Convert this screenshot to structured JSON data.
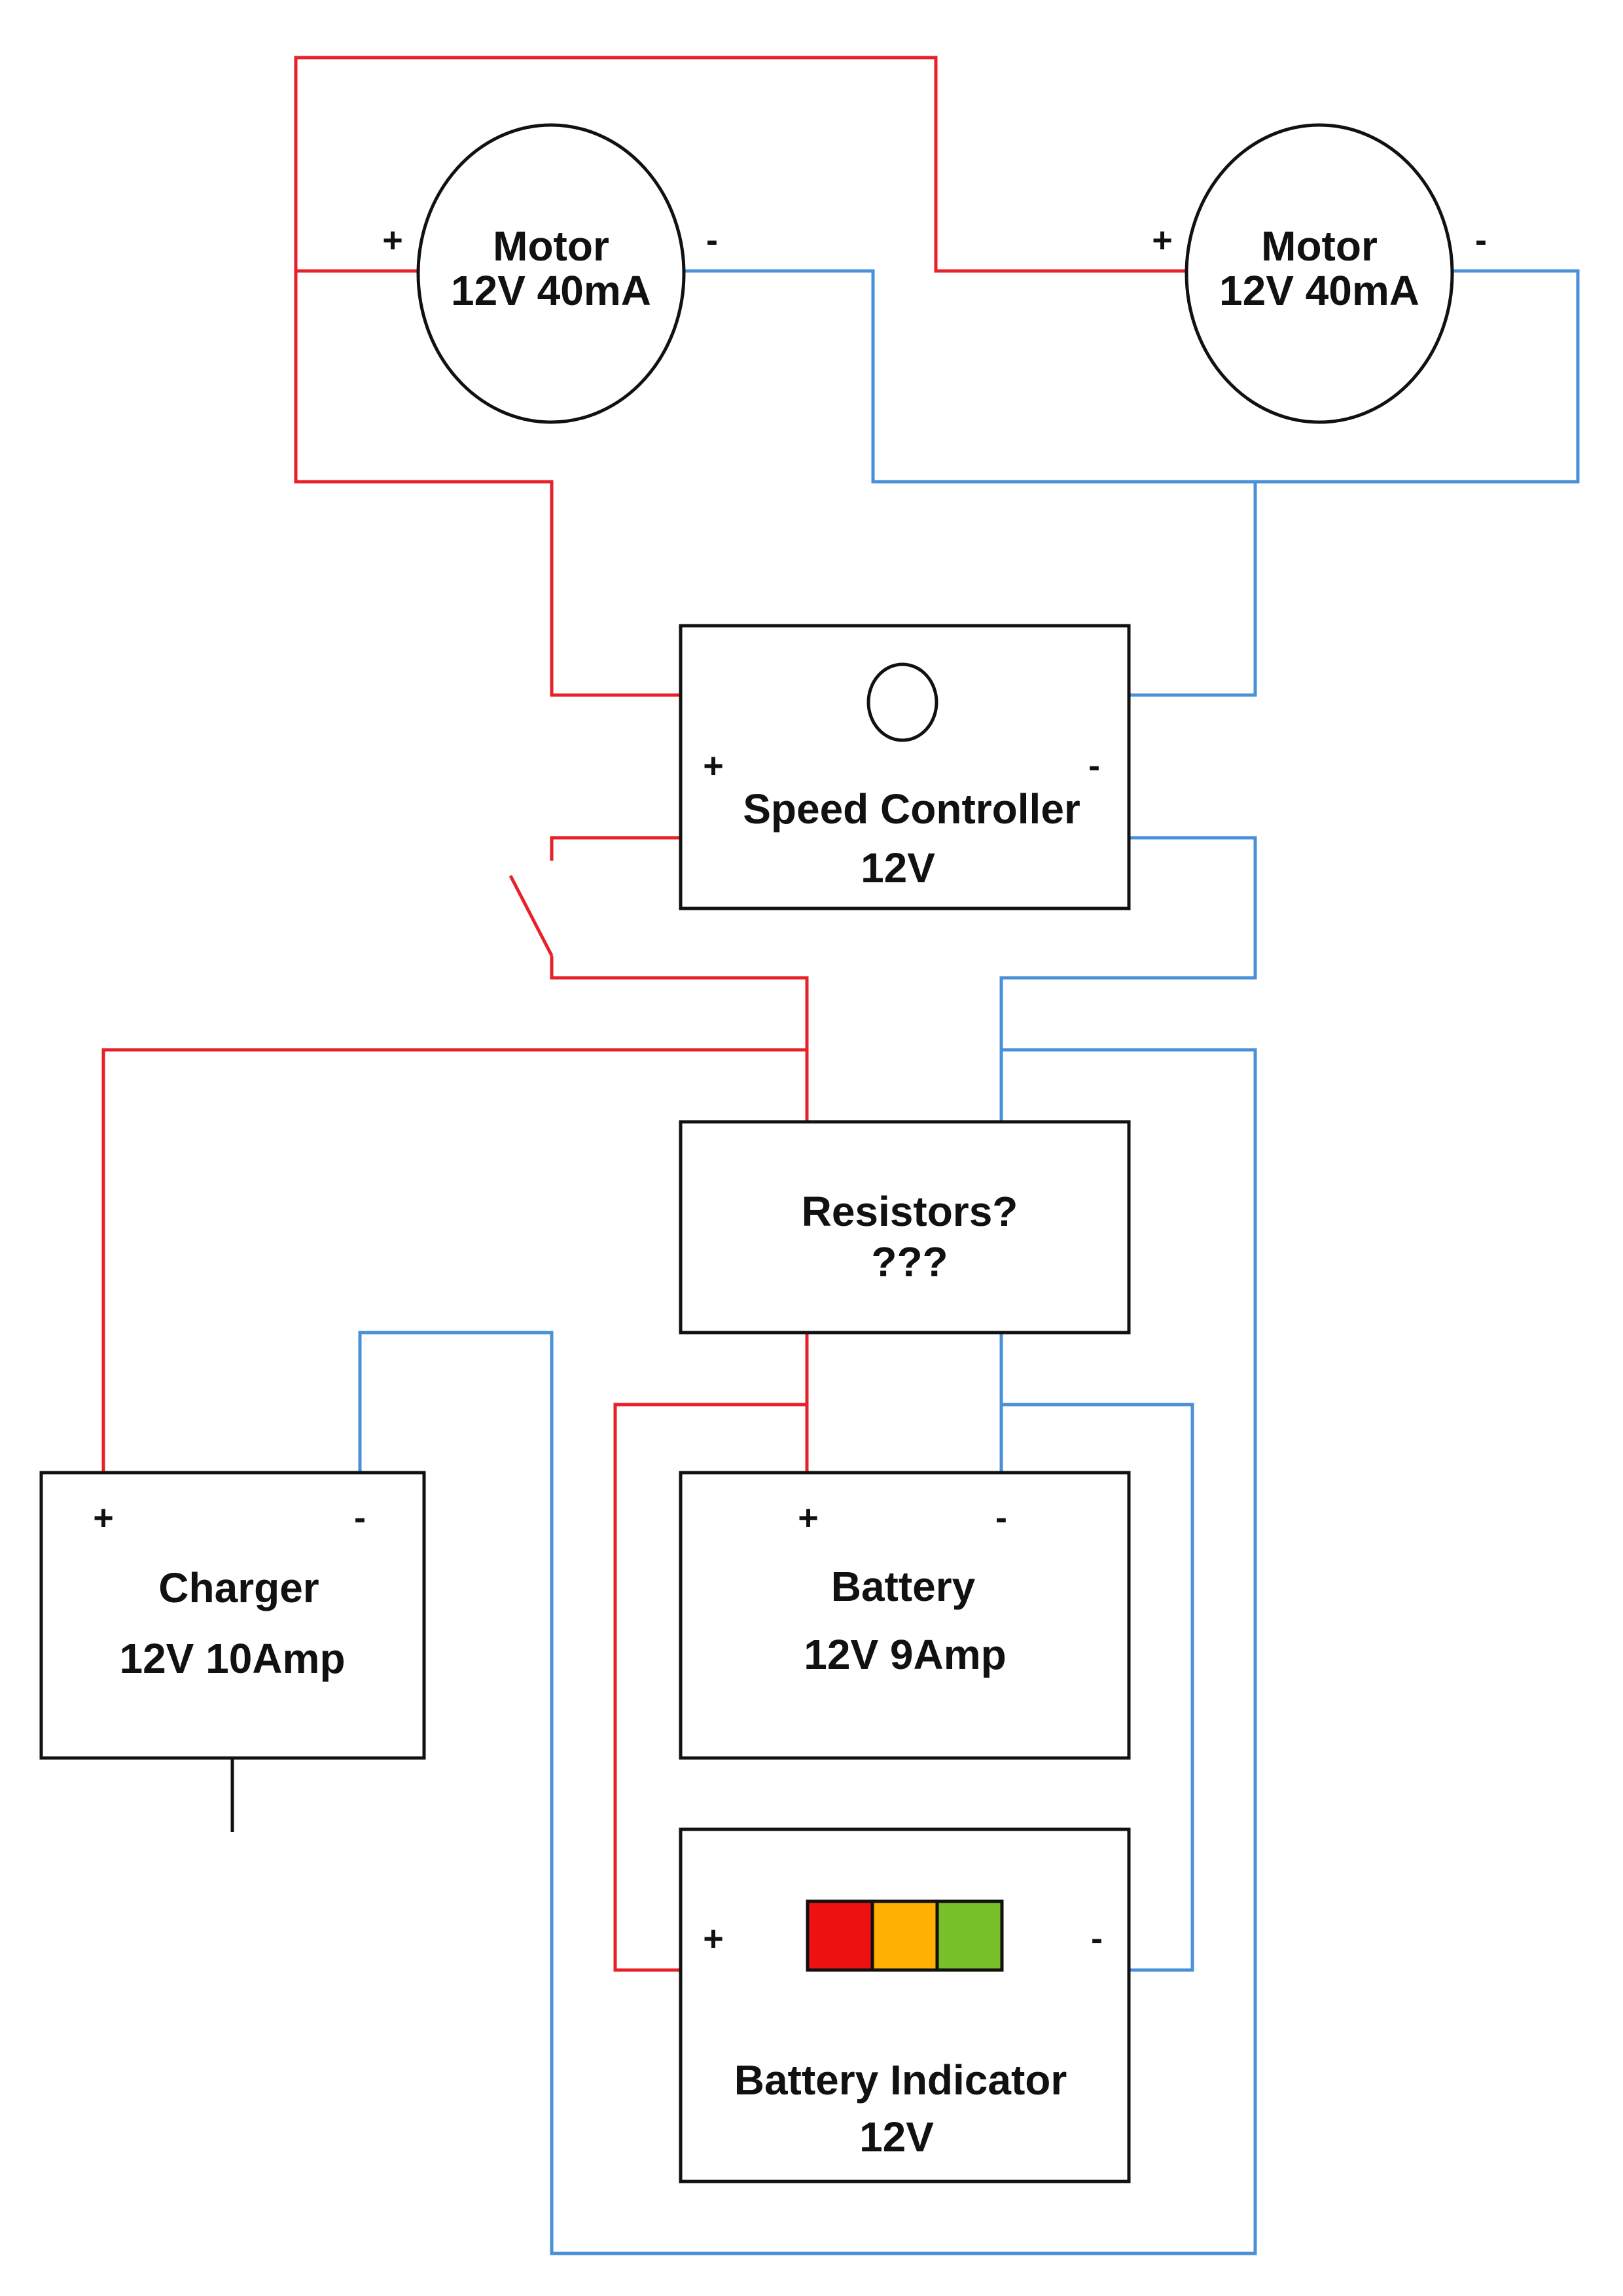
{
  "colors": {
    "positive_wire": "#e8202a",
    "negative_wire": "#4a90d9",
    "outline": "#111111",
    "indicator_red": "#ee1111",
    "indicator_orange": "#ffb000",
    "indicator_green": "#77c02a"
  },
  "terminals": {
    "plus": "+",
    "minus": "-"
  },
  "motor_left": {
    "title": "Motor",
    "rating": "12V 40mA"
  },
  "motor_right": {
    "title": "Motor",
    "rating": "12V 40mA"
  },
  "speed_controller": {
    "title": "Speed Controller",
    "rating": "12V"
  },
  "resistors": {
    "title": "Resistors?",
    "note": "???"
  },
  "charger": {
    "title": "Charger",
    "rating": "12V 10Amp"
  },
  "battery": {
    "title": "Battery",
    "rating": "12V 9Amp"
  },
  "battery_indicator": {
    "title": "Battery Indicator",
    "rating": "12V"
  }
}
